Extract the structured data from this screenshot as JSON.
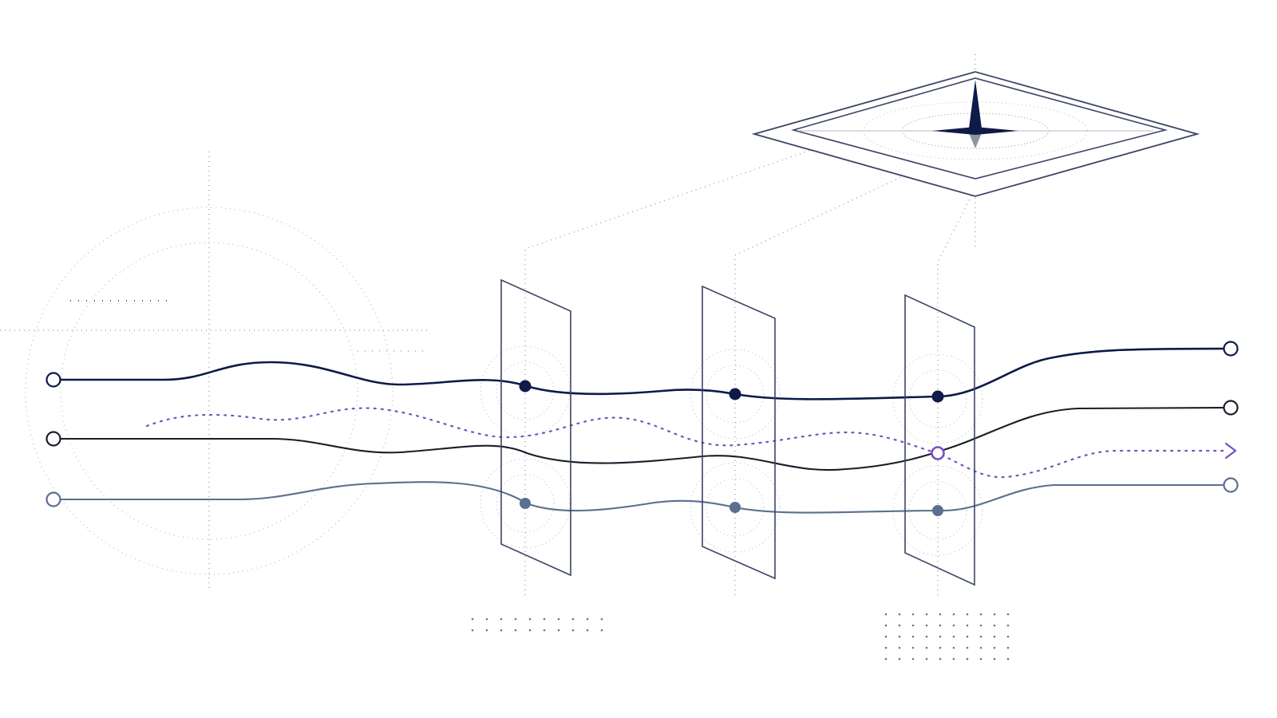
{
  "diagram": {
    "colors": {
      "navy": "#0e1a48",
      "black": "#1b1d2a",
      "slate": "#5b6f8e",
      "purple": "#7a4fbf",
      "guide": "#8e94a3",
      "frame": "#3b4566",
      "background": "#ffffff"
    },
    "streams": [
      {
        "id": "stream-navy",
        "color": "navy",
        "style": "solid"
      },
      {
        "id": "stream-black",
        "color": "black",
        "style": "solid"
      },
      {
        "id": "stream-slate",
        "color": "slate",
        "style": "solid"
      },
      {
        "id": "stream-purple",
        "color": "purple",
        "style": "dotted"
      }
    ],
    "planes": [
      {
        "id": "plane-1",
        "nodes": [
          "navy",
          "slate"
        ]
      },
      {
        "id": "plane-2",
        "nodes": [
          "navy",
          "slate"
        ]
      },
      {
        "id": "plane-3",
        "nodes": [
          "navy",
          "purple",
          "slate"
        ]
      }
    ],
    "compass": {
      "icon": "compass-star-icon"
    },
    "decoration": {
      "target": "concentric-target-icon",
      "dot-grids": 2
    }
  }
}
